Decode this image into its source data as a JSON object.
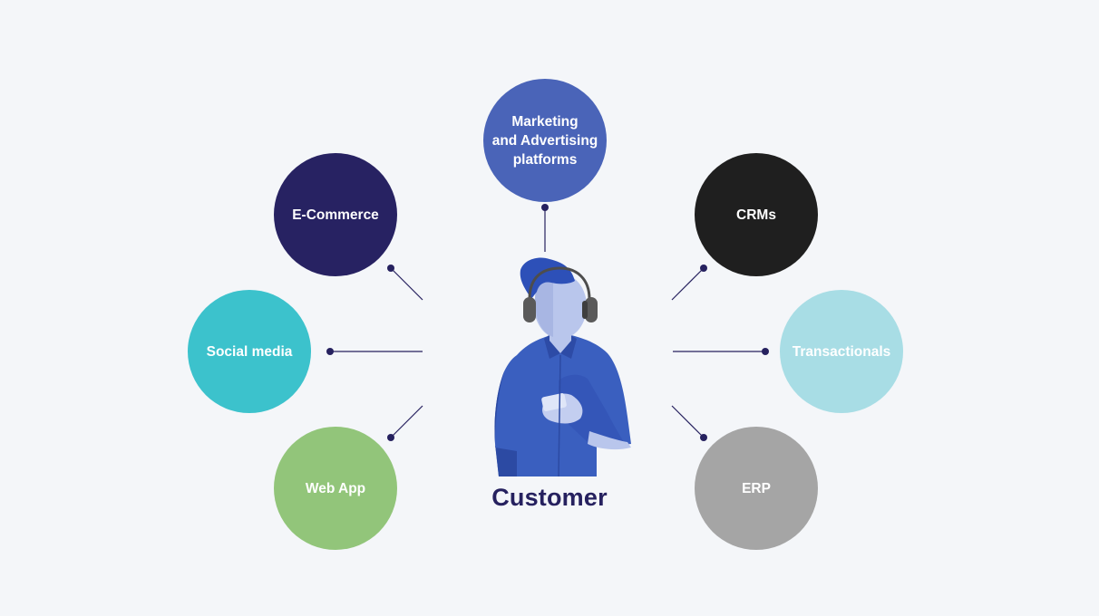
{
  "diagram": {
    "center_label": "Customer",
    "nodes": [
      {
        "id": "marketing",
        "label": "Marketing\nand Advertising\nplatforms",
        "color": "#4a64b8"
      },
      {
        "id": "ecommerce",
        "label": "E-Commerce",
        "color": "#272262"
      },
      {
        "id": "crms",
        "label": "CRMs",
        "color": "#1f1f1f"
      },
      {
        "id": "social",
        "label": "Social media",
        "color": "#3cc2cc"
      },
      {
        "id": "transactionals",
        "label": "Transactionals",
        "color": "#a8dde5"
      },
      {
        "id": "webapp",
        "label": "Web App",
        "color": "#92c57a"
      },
      {
        "id": "erp",
        "label": "ERP",
        "color": "#a5a5a5"
      }
    ],
    "connector_color": "#26215f",
    "figure_color": "#3a5fbf"
  }
}
